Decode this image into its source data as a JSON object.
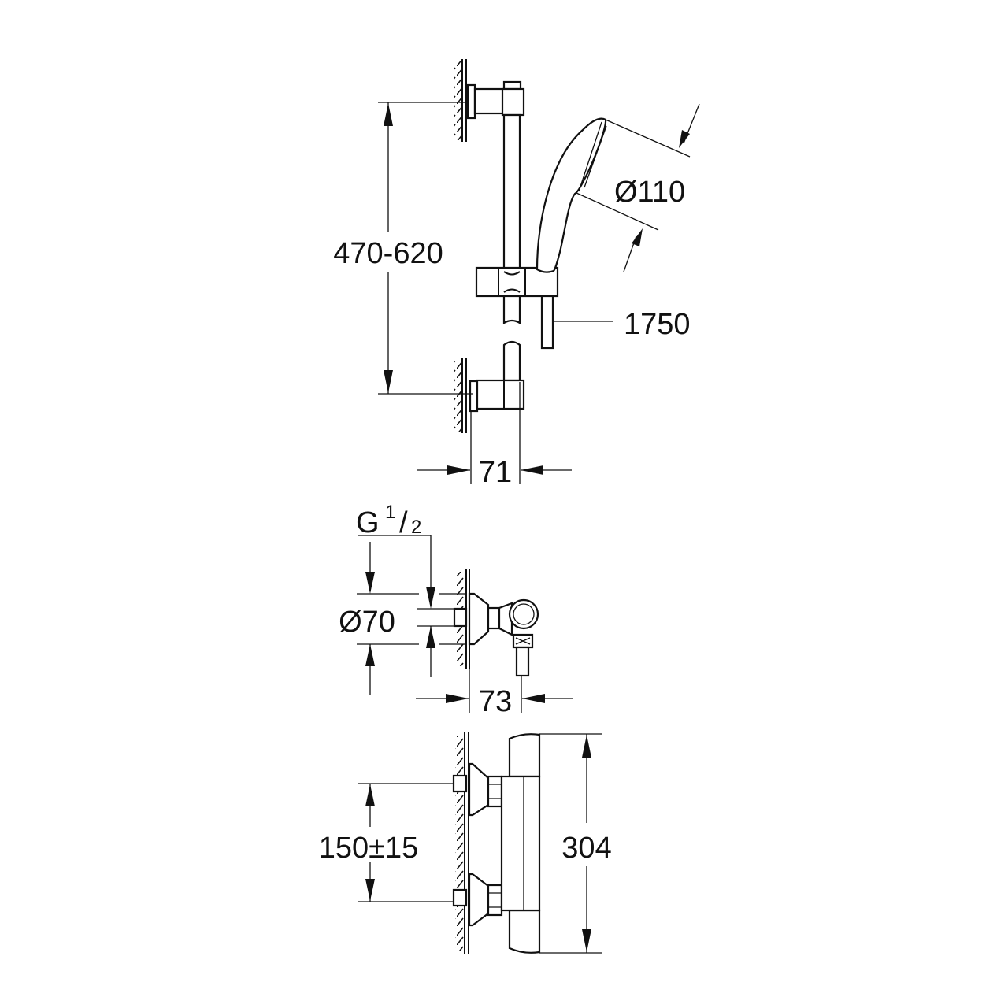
{
  "drawing": {
    "shower_rail": {
      "rail_distance": "470-620",
      "handshower_diameter": "Ø110",
      "hose_length": "1750",
      "projection": "71"
    },
    "connection": {
      "thread_main": "G",
      "thread_num": "1",
      "thread_slash": "/",
      "thread_den": "2",
      "escutcheon_diameter": "Ø70",
      "projection": "73"
    },
    "thermostat": {
      "inlet_centers": "150±15",
      "height": "304"
    }
  }
}
